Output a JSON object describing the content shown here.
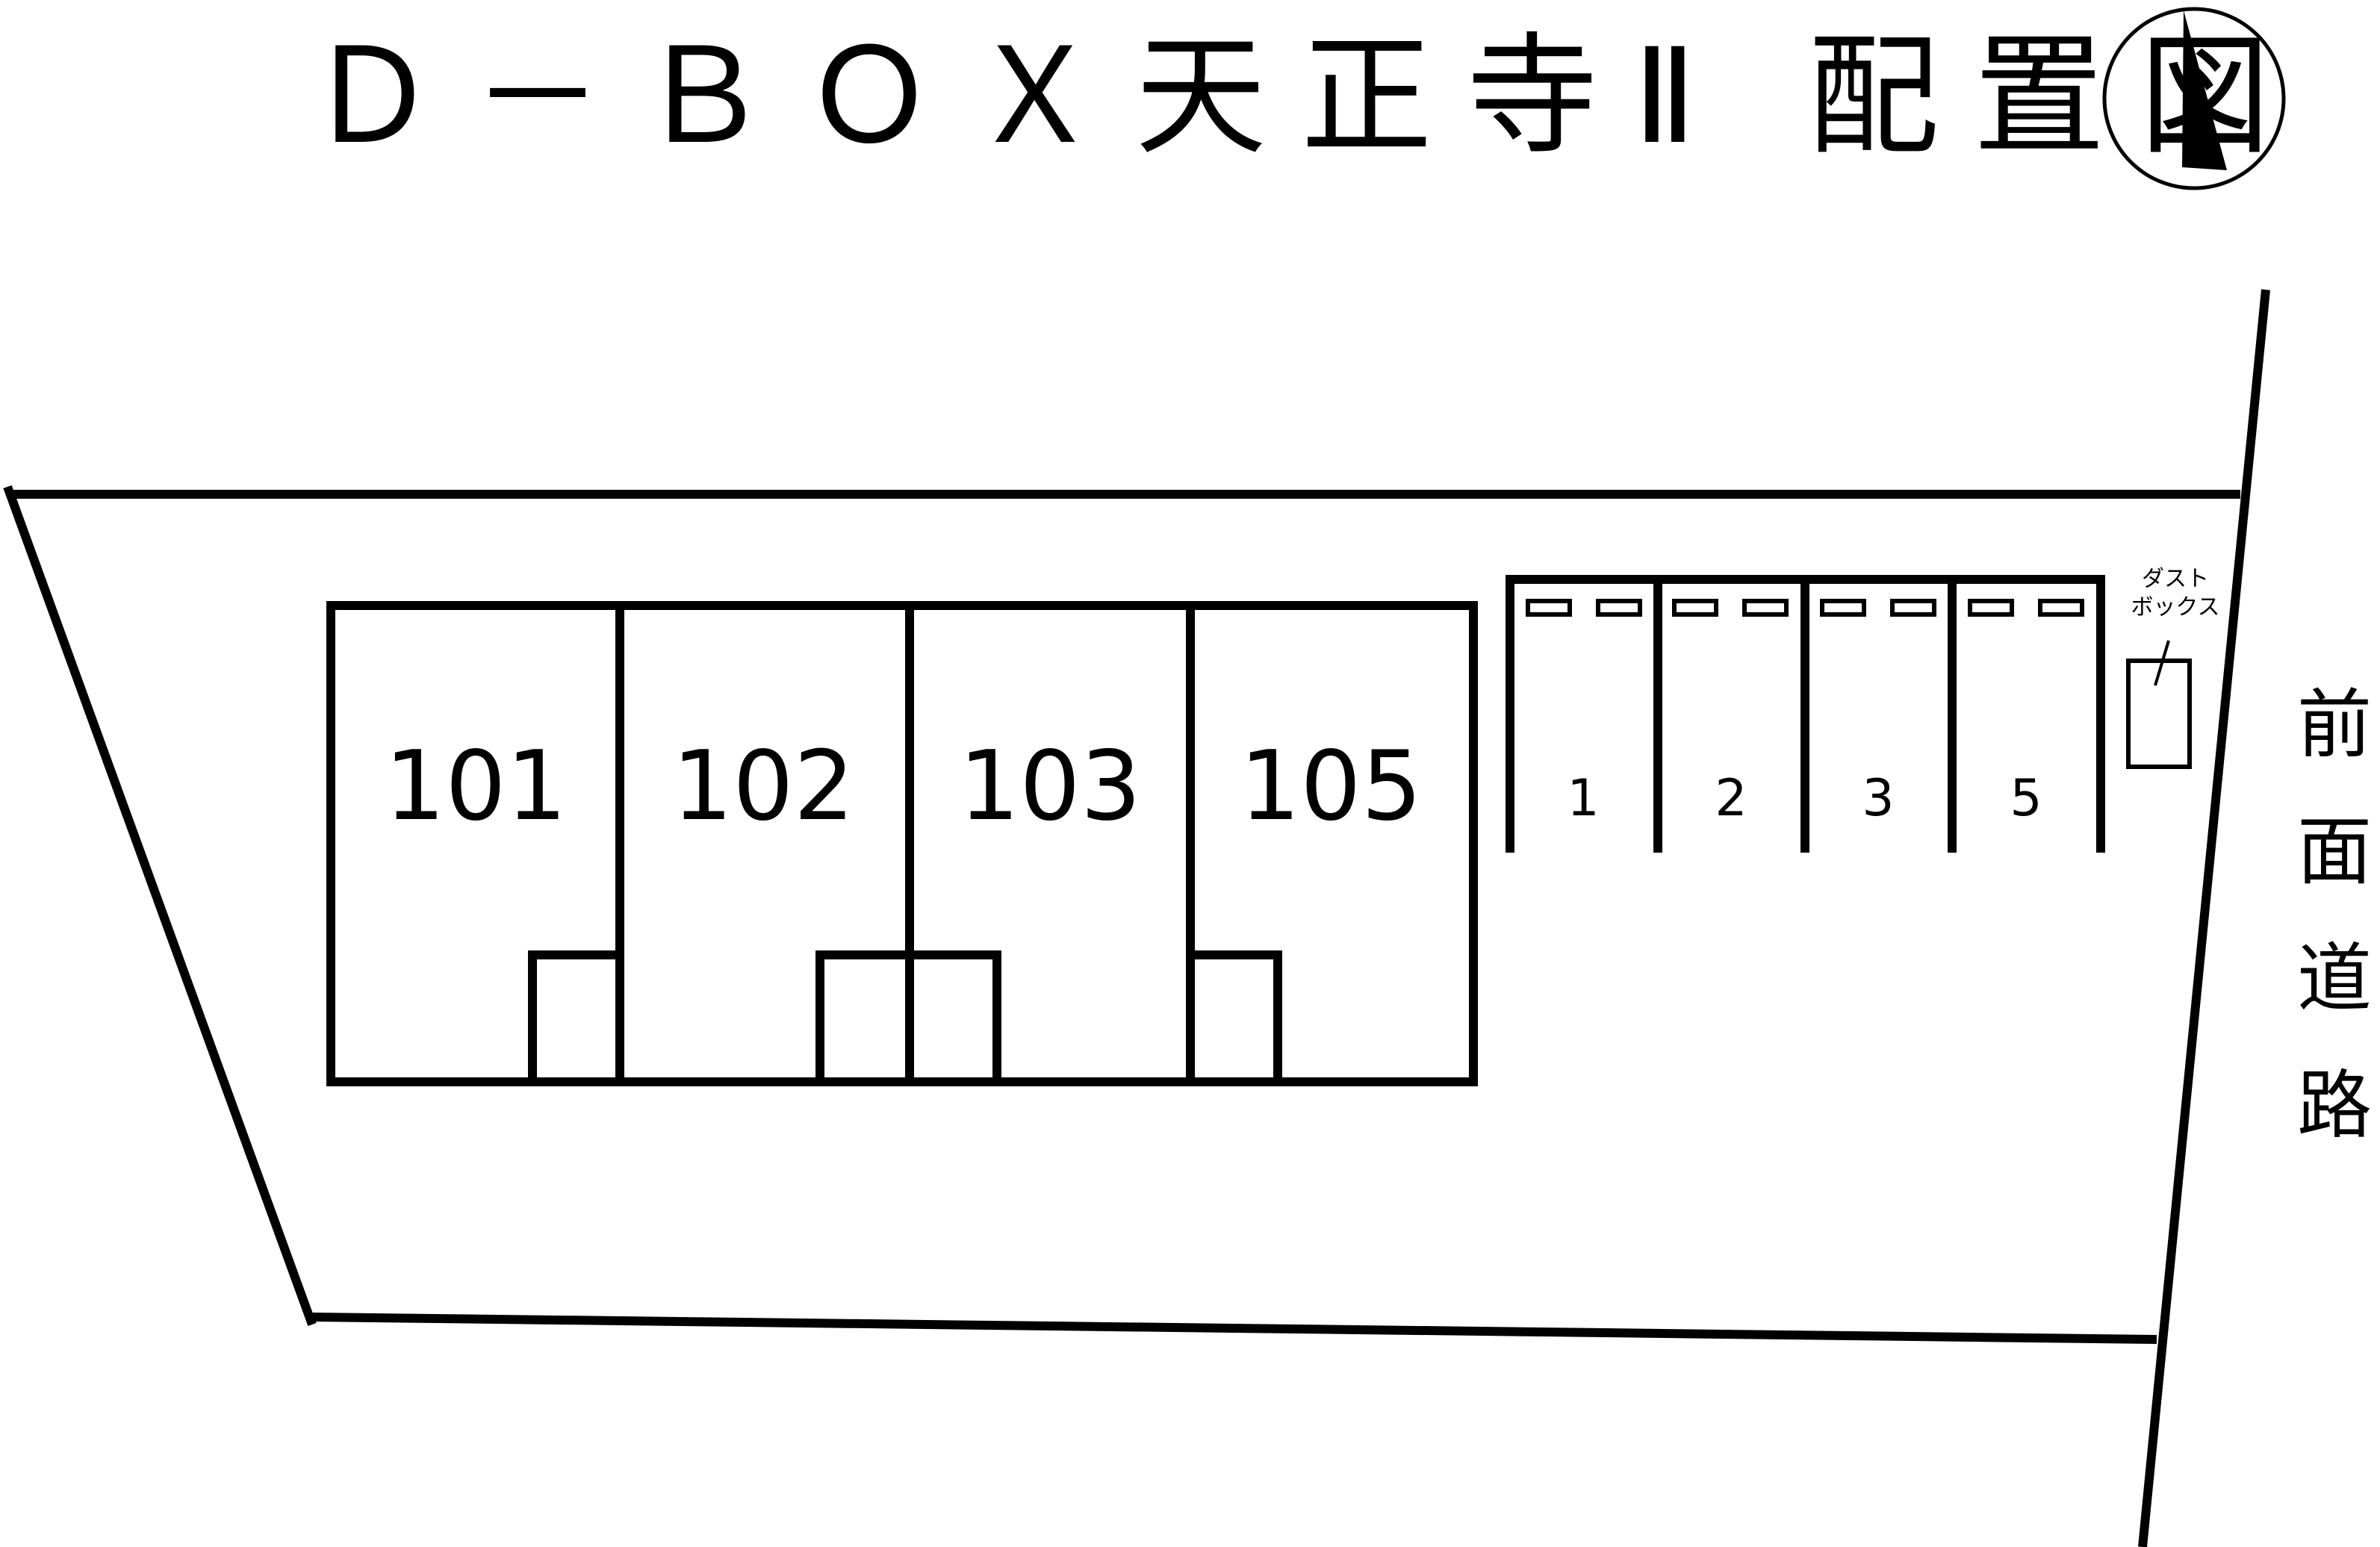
{
  "title": "Ｄ－ＢＯＸ天正寺Ⅱ 配置図",
  "units": [
    "101",
    "102",
    "103",
    "105"
  ],
  "parking_spaces": [
    "1",
    "2",
    "3",
    "5"
  ],
  "dust_box_label": [
    "ダスト",
    "ボックス"
  ],
  "road_label": [
    "前",
    "面",
    "道",
    "路"
  ],
  "north_arrow": "north-arrow-icon",
  "colors": {
    "line": "#000000",
    "background": "#ffffff"
  }
}
